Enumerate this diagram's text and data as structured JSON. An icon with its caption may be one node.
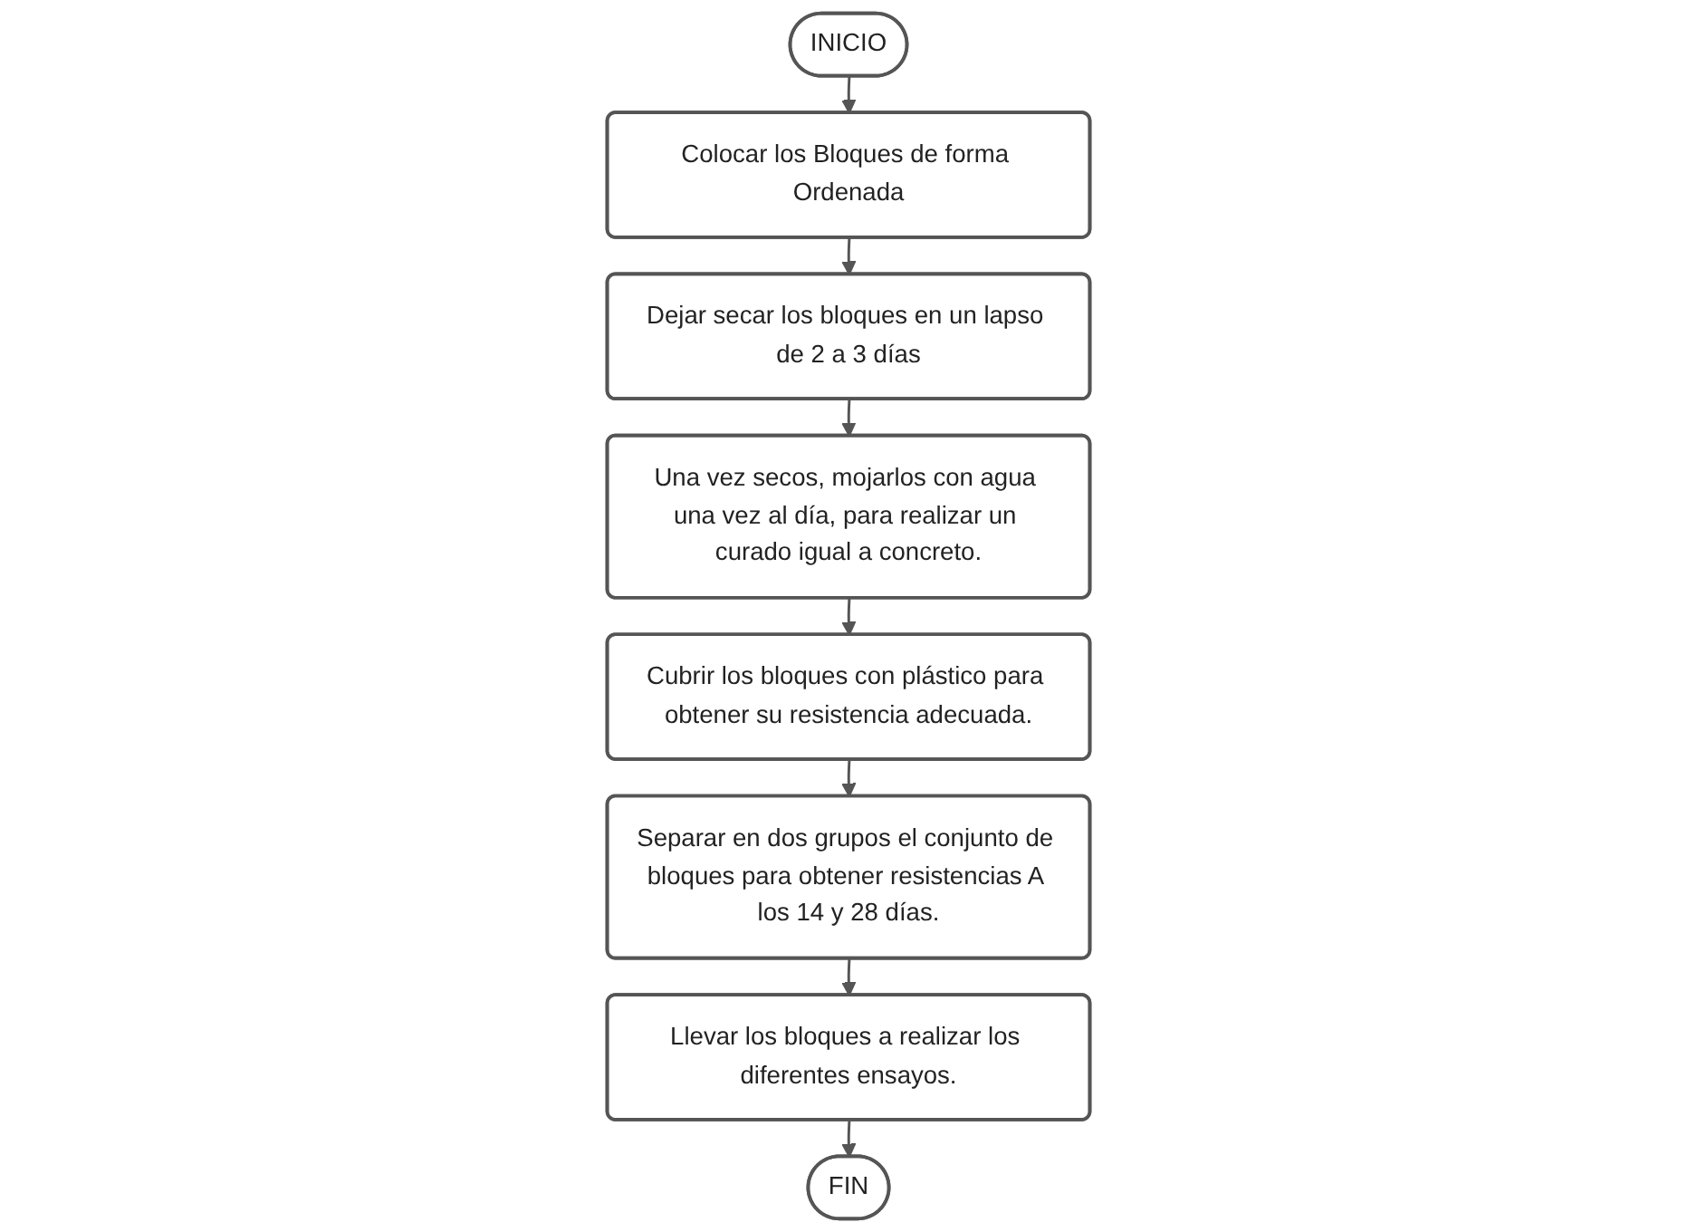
{
  "diagram": {
    "nodes": [
      {
        "text": [
          "INICIO"
        ]
      },
      {
        "text": [
          "Colocar los Bloques de forma Ordenada"
        ]
      },
      {
        "text": [
          "Dejar secar los bloques en un lapso de 2 a 3 días"
        ]
      },
      {
        "text": [
          "Una vez secos, mojarlos con agua una vez al día, para realizar un curado igual a concreto."
        ]
      },
      {
        "text": [
          "Cubrir los bloques con plástico para obtener su resistencia adecuada."
        ]
      },
      {
        "text": [
          "Separar en dos grupos el conjunto de bloques para obtener resistencias A los 14 y 28 días."
        ]
      },
      {
        "text": [
          "Llevar los bloques a realizar los diferentes ensayos."
        ]
      },
      {
        "text": [
          "FIN"
        ]
      }
    ],
    "edges": [
      {
        "from": 0,
        "to": 1,
        "arrow": "to"
      },
      {
        "from": 1,
        "to": 2,
        "arrow": "to"
      },
      {
        "from": 2,
        "to": 3,
        "arrow": "to"
      },
      {
        "from": 3,
        "to": 4,
        "arrow": "to"
      },
      {
        "from": 4,
        "to": 5,
        "arrow": "to"
      },
      {
        "from": 5,
        "to": 6,
        "arrow": "to"
      },
      {
        "from": 6,
        "to": 7,
        "arrow": "to"
      }
    ]
  }
}
